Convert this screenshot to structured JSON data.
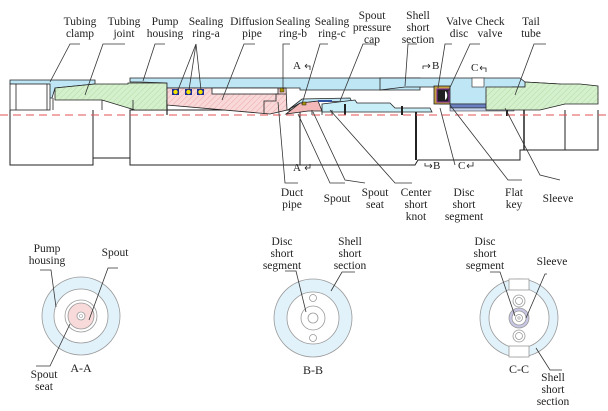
{
  "figure": {
    "type": "engineering cross-section diagram",
    "colors": {
      "housing_blue": "#bfe6f5",
      "joint_green": "#d4f0cc",
      "diffusion_pink": "#f8d2d2",
      "seal_yellow": "#f2e200",
      "seal_blue": "#1a2a9a",
      "centerline_red": "#e05050",
      "section_light_blue": "#e2f2fa",
      "spout_pink": "#f9dada",
      "sleeve_purple": "#c8c8e6"
    },
    "top_labels": [
      {
        "id": "tubing-clamp",
        "text": "Tubing\nclamp"
      },
      {
        "id": "tubing-joint",
        "text": "Tubing\njoint"
      },
      {
        "id": "pump-housing",
        "text": "Pump\nhousing"
      },
      {
        "id": "sealing-ring-a",
        "text": "Sealing\nring-a"
      },
      {
        "id": "diffusion-pipe",
        "text": "Diffusion\npipe"
      },
      {
        "id": "sealing-ring-b",
        "text": "Sealing\nring-b"
      },
      {
        "id": "sealing-ring-c",
        "text": "Sealing\nring-c"
      },
      {
        "id": "spout-pressure-cap",
        "text": "Spout\npressure\ncap"
      },
      {
        "id": "shell-short-section",
        "text": "Shell\nshort\nsection"
      },
      {
        "id": "valve-disc",
        "text": "Valve\ndisc"
      },
      {
        "id": "check-valve",
        "text": "Check\nvalve"
      },
      {
        "id": "tail-tube",
        "text": "Tail\ntube"
      }
    ],
    "bottom_labels": [
      {
        "id": "duct-pipe",
        "text": "Duct\npipe"
      },
      {
        "id": "spout",
        "text": "Spout"
      },
      {
        "id": "spout-seat",
        "text": "Spout\nseat"
      },
      {
        "id": "center-short-knot",
        "text": "Center\nshort\nknot"
      },
      {
        "id": "disc-short-segment",
        "text": "Disc\nshort\nsegment"
      },
      {
        "id": "flat-key",
        "text": "Flat\nkey"
      },
      {
        "id": "sleeve",
        "text": "Sleeve"
      }
    ],
    "section_markers": {
      "a_top": "A",
      "a_bottom": "A",
      "b_top": "B",
      "b_bottom": "B",
      "c_top": "C",
      "c_bottom": "C"
    },
    "sections": [
      {
        "id": "A-A",
        "title": "A-A",
        "labels": [
          {
            "id": "aa-pump-housing",
            "text": "Pump\nhousing"
          },
          {
            "id": "aa-spout",
            "text": "Spout"
          },
          {
            "id": "aa-spout-seat",
            "text": "Spout\nseat"
          }
        ]
      },
      {
        "id": "B-B",
        "title": "B-B",
        "labels": [
          {
            "id": "bb-disc-short-segment",
            "text": "Disc\nshort\nsegment"
          },
          {
            "id": "bb-shell-short-section",
            "text": "Shell\nshort\nsection"
          }
        ]
      },
      {
        "id": "C-C",
        "title": "C-C",
        "labels": [
          {
            "id": "cc-disc-short-segment",
            "text": "Disc\nshort\nsegment"
          },
          {
            "id": "cc-sleeve",
            "text": "Sleeve"
          },
          {
            "id": "cc-shell-short-section",
            "text": "Shell\nshort\nsection"
          }
        ]
      }
    ]
  }
}
